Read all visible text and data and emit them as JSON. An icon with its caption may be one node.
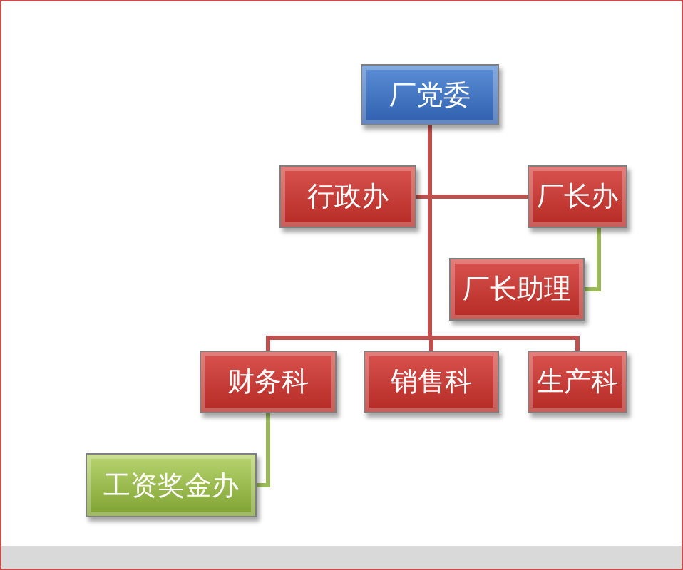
{
  "diagram": {
    "nodes": [
      {
        "text": [
          "厂党委"
        ]
      },
      {
        "text": [
          "行政办"
        ]
      },
      {
        "text": [
          "厂长办"
        ]
      },
      {
        "text": [
          "厂长助理"
        ]
      },
      {
        "text": [
          "财务科"
        ]
      },
      {
        "text": [
          "销售科"
        ]
      },
      {
        "text": [
          "生产科"
        ]
      },
      {
        "text": [
          "工资奖金办"
        ]
      }
    ],
    "edges": [
      {
        "from": 0,
        "to": 1,
        "arrow": "none"
      },
      {
        "from": 0,
        "to": 2,
        "arrow": "none"
      },
      {
        "from": 2,
        "to": 3,
        "arrow": "none",
        "color": "#9bbb59"
      },
      {
        "from": 0,
        "to": 4,
        "arrow": "none"
      },
      {
        "from": 0,
        "to": 5,
        "arrow": "none"
      },
      {
        "from": 0,
        "to": 6,
        "arrow": "none"
      },
      {
        "from": 4,
        "to": 7,
        "arrow": "none",
        "color": "#9bbb59"
      }
    ]
  }
}
